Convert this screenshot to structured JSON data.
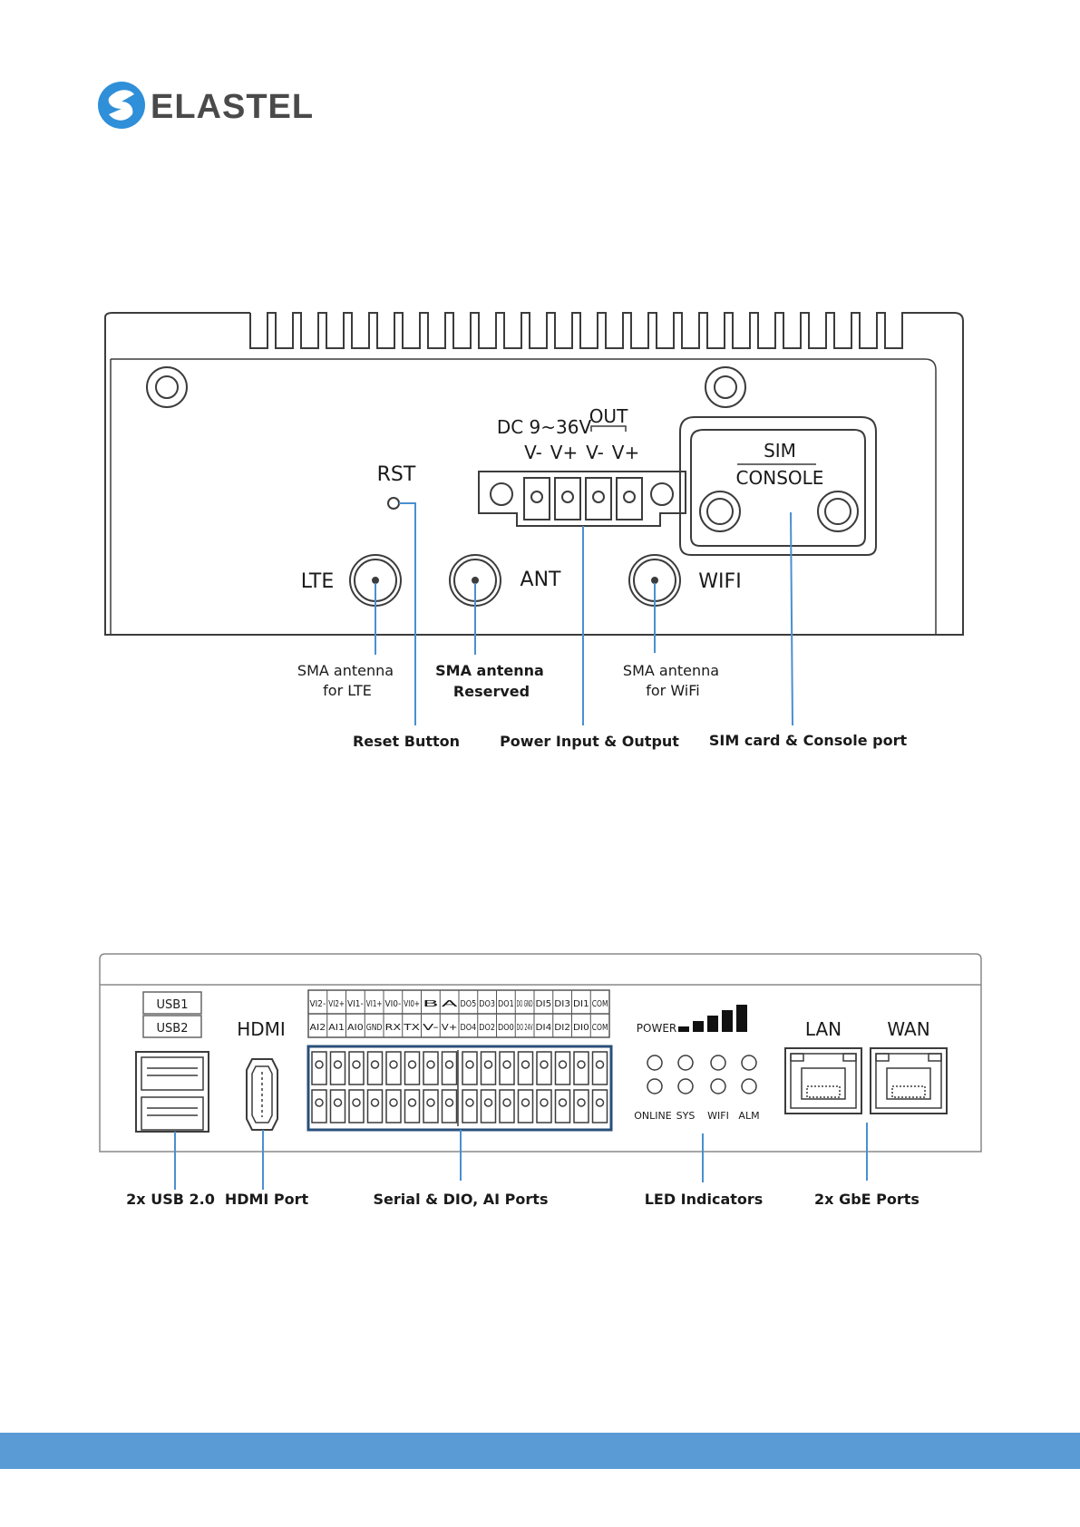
{
  "brand": {
    "name": "ELASTEL",
    "logo_icon": "elastel-swirl-icon",
    "color_primary": "#2f8fd8",
    "color_text": "#4a4a4a"
  },
  "colors": {
    "line": "#3c3c3c",
    "leader": "#4a90d0",
    "footer": "#5b9bd5"
  },
  "front_panel": {
    "markings": {
      "rst": "RST",
      "lte": "LTE",
      "ant": "ANT",
      "wifi": "WIFI",
      "dc": "DC 9~36V",
      "out": "OUT",
      "pins": [
        "V-",
        "V+",
        "V-",
        "V+"
      ],
      "sim": "SIM",
      "console": "CONSOLE"
    },
    "callouts": {
      "sma_lte_1": "SMA antenna",
      "sma_lte_2": "for LTE",
      "sma_res_1": "SMA antenna",
      "sma_res_2": "Reserved",
      "sma_wifi_1": "SMA antenna",
      "sma_wifi_2": "for WiFi",
      "reset": "Reset Button",
      "power": "Power Input & Output",
      "sim_console": "SIM card & Console port"
    }
  },
  "rear_panel": {
    "markings": {
      "usb1": "USB1",
      "usb2": "USB2",
      "hdmi": "HDMI",
      "power": "POWER",
      "lan": "LAN",
      "wan": "WAN",
      "led_labels": [
        "ONLINE",
        "SYS",
        "WIFI",
        "ALM"
      ]
    },
    "terminal_top": [
      "VI2-",
      "VI2+",
      "VI1-",
      "VI1+",
      "VI0-",
      "VI0+",
      "B",
      "A",
      "DO5",
      "DO3",
      "DO1",
      "DO GND",
      "DI5",
      "DI3",
      "DI1",
      "COM"
    ],
    "terminal_bottom": [
      "AI2",
      "AI1",
      "AI0",
      "GND",
      "RX",
      "TX",
      "V-",
      "V+",
      "DO4",
      "DO2",
      "DO0",
      "DO 24V",
      "DI4",
      "DI2",
      "DI0",
      "COM"
    ],
    "callouts": {
      "usb": "2x USB 2.0",
      "hdmi": "HDMI Port",
      "serial": "Serial & DIO, AI Ports",
      "led": "LED Indicators",
      "gbe": "2x GbE Ports"
    }
  }
}
